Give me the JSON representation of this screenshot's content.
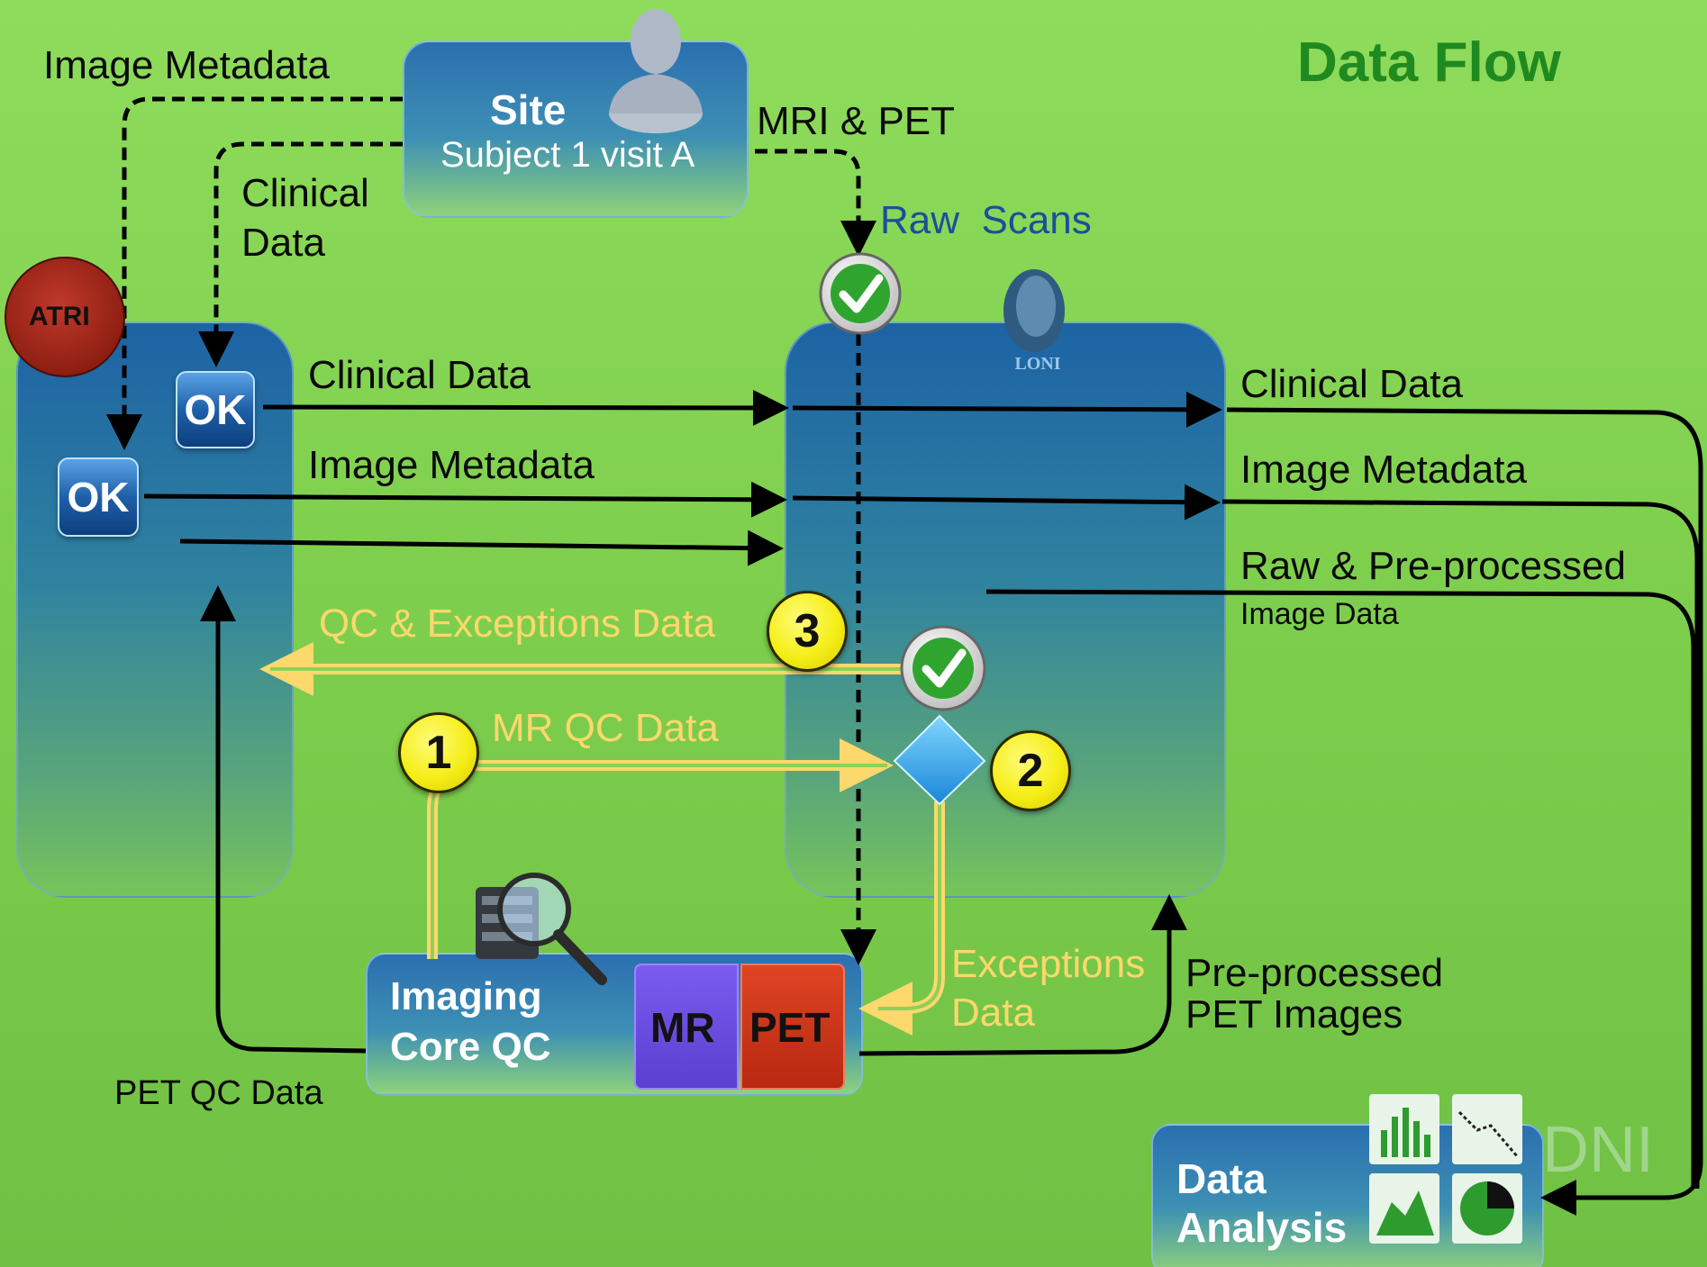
{
  "title": "Data Flow",
  "site": {
    "title": "Site",
    "subtitle": "Subject 1 visit A"
  },
  "atri": {
    "label": "ATRI"
  },
  "ok_label": "OK",
  "labels": {
    "image_metadata_top": "Image Metadata",
    "clinical_data_left_1": "Clinical",
    "clinical_data_left_2": "Data",
    "mri_pet": "MRI & PET",
    "raw_scans": "Raw  Scans",
    "clinical_data_mid": "Clinical Data",
    "image_metadata_mid": "Image Metadata",
    "clinical_data_right": "Clinical Data",
    "image_metadata_right": "Image Metadata",
    "raw_preprocessed": "Raw & Pre-processed",
    "image_data": "Image Data",
    "qc_exceptions": "QC & Exceptions Data",
    "mr_qc_data": "MR QC Data",
    "exceptions_1": "Exceptions",
    "exceptions_2": "Data",
    "preprocessed_1": "Pre-processed",
    "preprocessed_2": "PET Images",
    "pet_qc_data": "PET QC Data"
  },
  "imaging_core": {
    "line1": "Imaging",
    "line2": "Core QC",
    "mr": "MR",
    "pet": "PET"
  },
  "data_analysis": {
    "line1": "Data",
    "line2": "Analysis"
  },
  "loni_label": "LONI",
  "adni_watermark": "DNI",
  "badges": {
    "one": "1",
    "two": "2",
    "three": "3"
  },
  "colors": {
    "title_green": "#1f8a1f",
    "qc_yellow": "#fdd86c",
    "mr_purple": "#6a4be0",
    "pet_red": "#d0321a"
  }
}
